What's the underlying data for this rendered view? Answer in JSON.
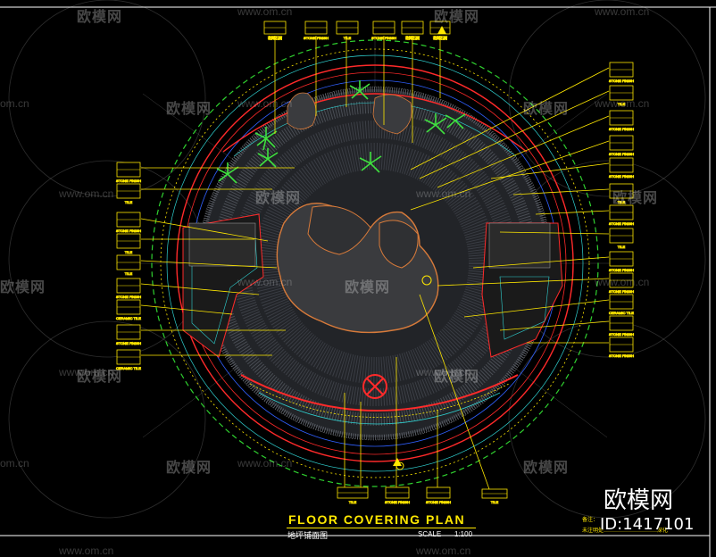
{
  "drawing": {
    "title": "FLOOR COVERING PLAN",
    "subtitle": "地坪铺面图",
    "scale_label": "SCALE",
    "scale_value": "1:100",
    "note_line1": "备注：",
    "note_line2": "未注明处…………………………深化"
  },
  "watermark": {
    "url": "www.om.cn",
    "url_edge": "om.cn",
    "brand_small": "欧模网",
    "brand_large": "欧模网",
    "id_text": "ID:1417101"
  },
  "tags": {
    "stone_finish": "STONE FINISH",
    "tile": "TILE",
    "ceramic_tile": "CERAMIC TILE",
    "cn_label": "花岗石面"
  },
  "colors": {
    "background": "#000000",
    "cad_yellow": "#ffe800",
    "cad_red": "#ff2a2a",
    "cad_green": "#2fd02f",
    "cad_cyan": "#2fd0d0",
    "cad_blue": "#3060ff",
    "cad_white": "#ffffff"
  }
}
